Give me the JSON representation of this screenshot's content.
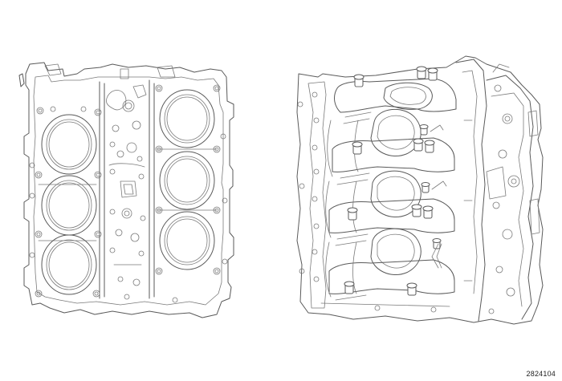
{
  "figure": {
    "id_label": "2824104",
    "views": [
      {
        "name": "cylinder-block-top-view",
        "bores": 6
      },
      {
        "name": "cylinder-block-bottom-view",
        "bearing_caps": 4
      }
    ]
  }
}
